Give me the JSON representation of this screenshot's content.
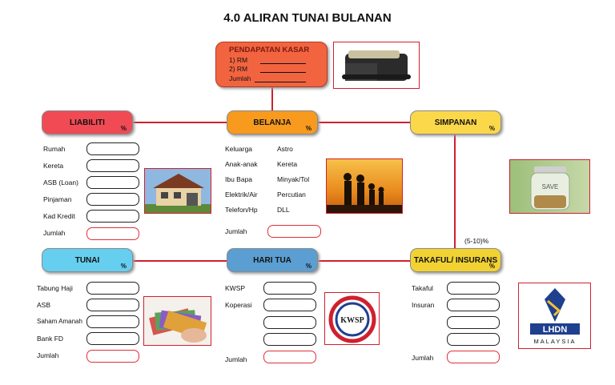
{
  "title": "4.0 ALIRAN TUNAI BULANAN",
  "pendapatan": {
    "heading": "PENDAPATAN KASAR",
    "line1": "1)   RM",
    "line2": "2)   RM",
    "line3": "Jumlah"
  },
  "liabiliti": {
    "heading": "LIABILITI",
    "pct": "%",
    "items": [
      "Rumah",
      "Kereta",
      "ASB (Loan)",
      "Pinjaman",
      "Kad Kredit"
    ],
    "total": "Jumlah"
  },
  "belanja": {
    "heading": "BELANJA",
    "pct": "%",
    "col1": [
      "Keluarga",
      "Anak-anak",
      "Ibu Bapa",
      "Elektrik/Air",
      "Telefon/Hp"
    ],
    "col2": [
      "Astro",
      "Kereta",
      "Minyak/Tol",
      "Percutian",
      "DLL"
    ],
    "total": "Jumlah"
  },
  "simpanan": {
    "heading": "SIMPANAN",
    "pct": "%",
    "jar_label": "SAVE"
  },
  "takaful": {
    "heading": "TAKAFUL/ INSURANS",
    "pct": "%",
    "range": "(5-10)%",
    "items": [
      "Takaful",
      "Insuran"
    ],
    "total": "Jumlah"
  },
  "harituа": null,
  "hari_tua": {
    "heading": "HARI TUA",
    "pct": "%",
    "items": [
      "KWSP",
      "Koperasi"
    ],
    "total": "Jumlah",
    "logo_text": "KWSP"
  },
  "tunai": {
    "heading": "TUNAI",
    "pct": "%",
    "items": [
      "Tabung Haji",
      "ASB",
      "Saham Amanah",
      "Bank FD"
    ],
    "total": "Jumlah"
  },
  "lhdn": {
    "abbr": "LHDN",
    "country": "MALAYSIA"
  },
  "colors": {
    "accent_line": "#d0202e",
    "pendapatan": "#f26440",
    "liabiliti": "#f04a55",
    "belanja": "#f79a1e",
    "simpanan": "#fbd84a",
    "takaful": "#f2d233",
    "hari_tua": "#5b9ed1",
    "tunai": "#66cff0"
  }
}
